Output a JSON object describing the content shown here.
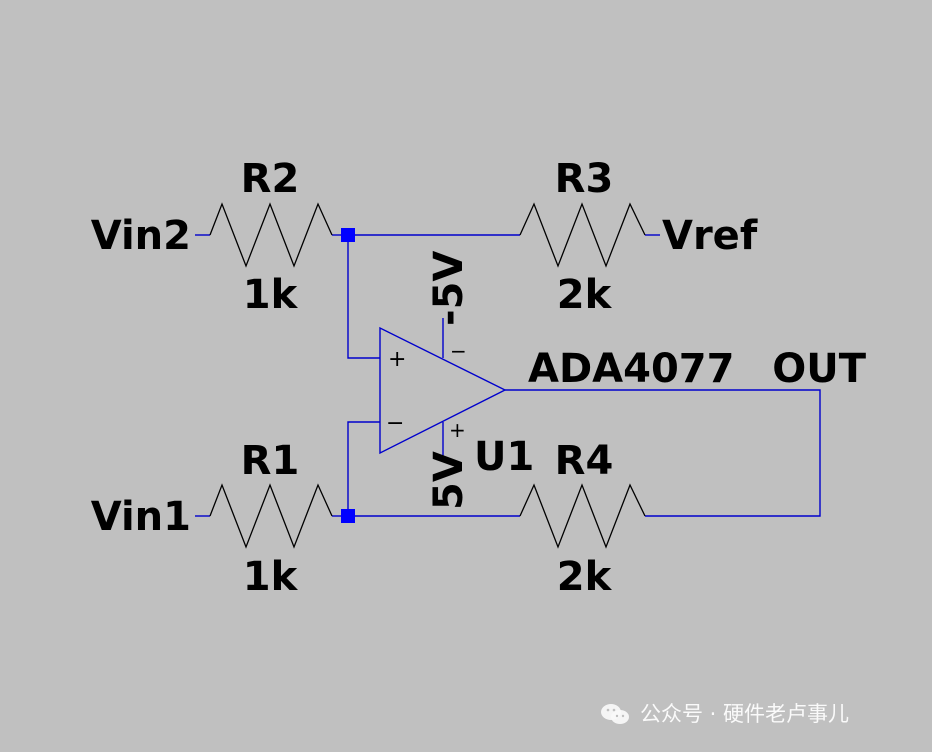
{
  "resistors": {
    "r2": {
      "ref": "R2",
      "value": "1k"
    },
    "r3": {
      "ref": "R3",
      "value": "2k"
    },
    "r1": {
      "ref": "R1",
      "value": "1k"
    },
    "r4": {
      "ref": "R4",
      "value": "2k"
    }
  },
  "nets": {
    "vin2": "Vin2",
    "vref": "Vref",
    "vin1": "Vin1",
    "out": "OUT"
  },
  "opamp": {
    "ref": "U1",
    "model": "ADA4077",
    "plus_sign": "+",
    "minus_sign": "−"
  },
  "supplies": {
    "neg": "-5V",
    "pos": "5V"
  },
  "watermark": {
    "text": "公众号 · 硬件老卢事儿"
  },
  "colors": {
    "background": "#c0c0c0",
    "wire": "#0000cc",
    "junction": "#0000ff",
    "component": "#000000"
  }
}
